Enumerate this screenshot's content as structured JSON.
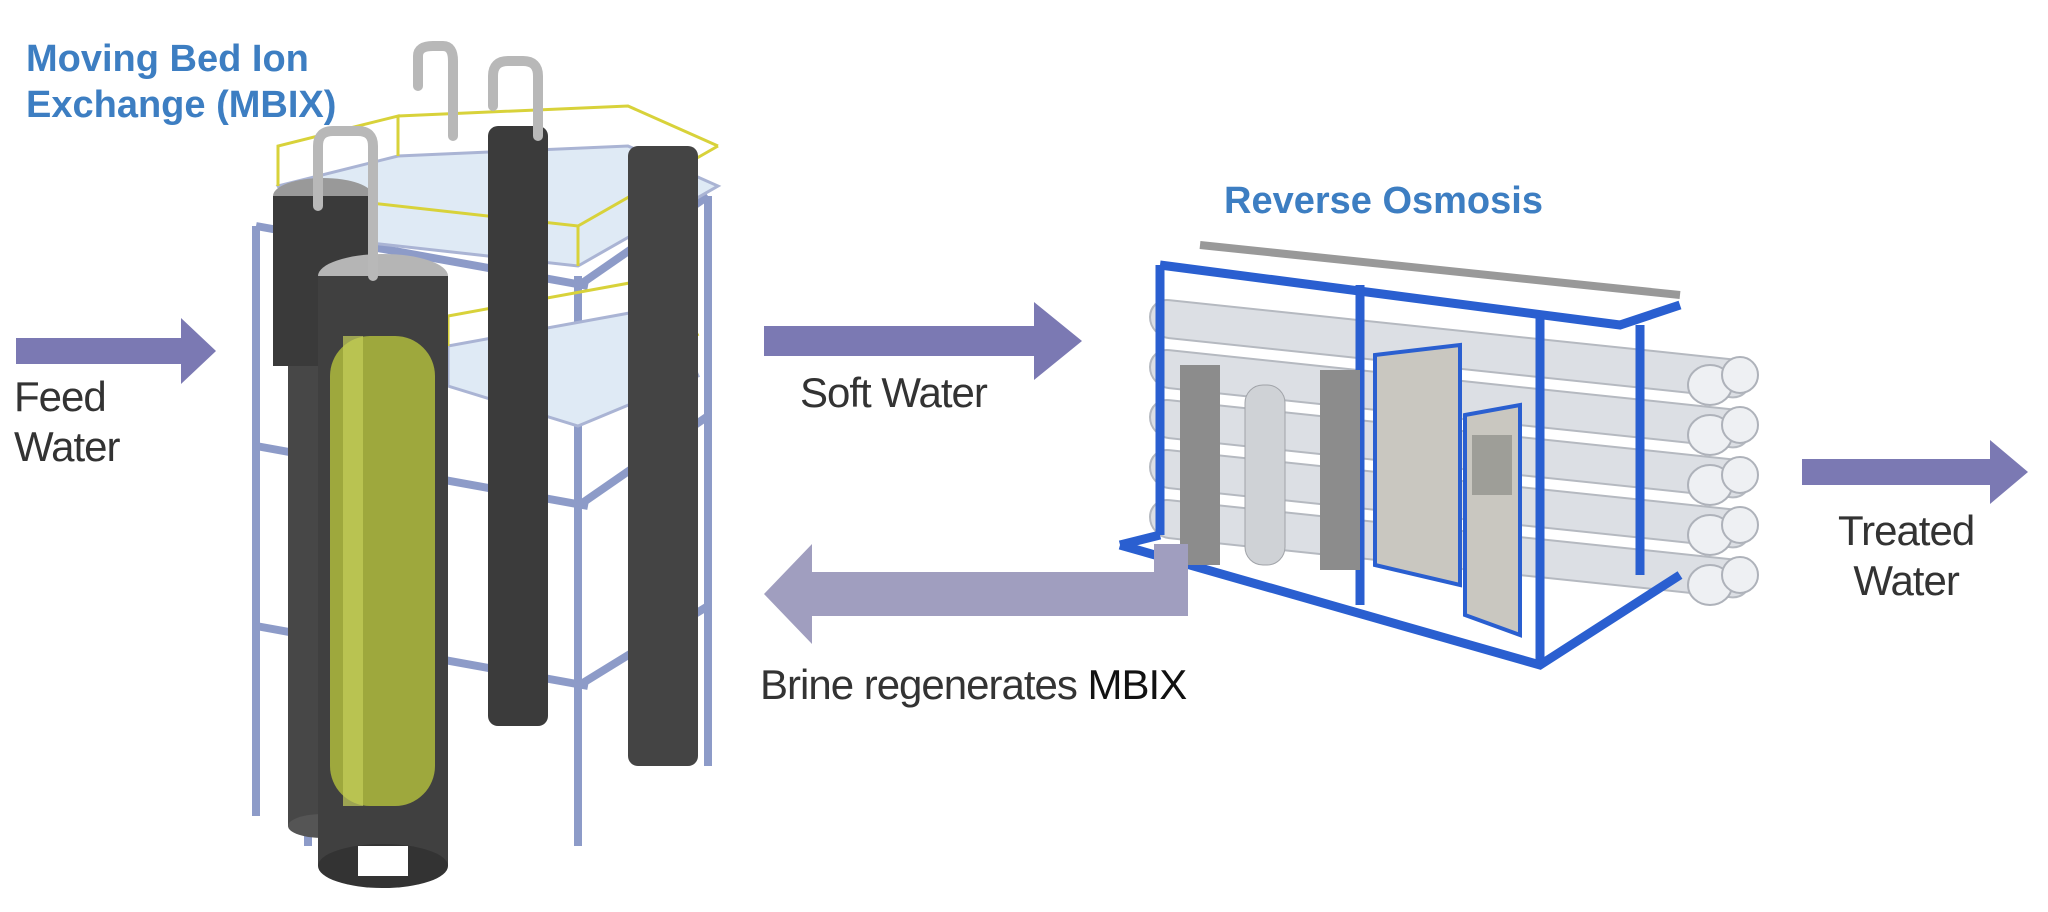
{
  "titles": {
    "mbix_line1": "Moving Bed Ion",
    "mbix_line2": "Exchange (MBIX)",
    "ro": "Reverse Osmosis"
  },
  "labels": {
    "feed_line1": "Feed",
    "feed_line2": "Water",
    "soft_water": "Soft Water",
    "treated_line1": "Treated",
    "treated_line2": "Water",
    "brine_prefix": "Brine regenerates ",
    "brine_suffix": "MBIX"
  },
  "colors": {
    "title": "#3d7ec2",
    "arrow": "#7b79b3",
    "brine_arrow": "#a09ebf",
    "frame_blue": "#2a5fd0"
  }
}
